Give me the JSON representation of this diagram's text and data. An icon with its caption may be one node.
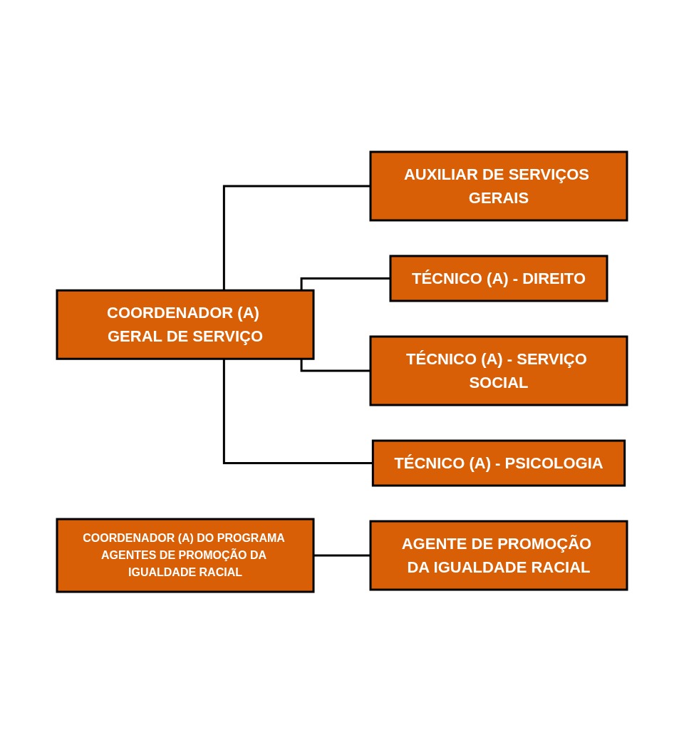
{
  "diagram": {
    "nodes": [
      {
        "text": [
          "COORDENADOR (A) GERAL DE SERVIÇO"
        ]
      },
      {
        "text": [
          "AUXILIAR DE SERVIÇOS GERAIS"
        ]
      },
      {
        "text": [
          "TÉCNICO (A) - DIREITO"
        ]
      },
      {
        "text": [
          "TÉCNICO (A) - SERVIÇO SOCIAL"
        ]
      },
      {
        "text": [
          "TÉCNICO (A) - PSICOLOGIA"
        ]
      },
      {
        "text": [
          "COORDENADOR (A) DO PROGRAMA AGENTES DE PROMOÇÃO DA IGUALDADE RACIAL"
        ]
      },
      {
        "text": [
          "AGENTE DE PROMOÇÃO DA IGUALDADE RACIAL"
        ]
      }
    ],
    "edges": [
      {
        "from": 0,
        "to": 1,
        "arrow": "none"
      },
      {
        "from": 0,
        "to": 2,
        "arrow": "none"
      },
      {
        "from": 0,
        "to": 3,
        "arrow": "none"
      },
      {
        "from": 0,
        "to": 4,
        "arrow": "none"
      },
      {
        "from": 5,
        "to": 6,
        "arrow": "none"
      }
    ]
  }
}
